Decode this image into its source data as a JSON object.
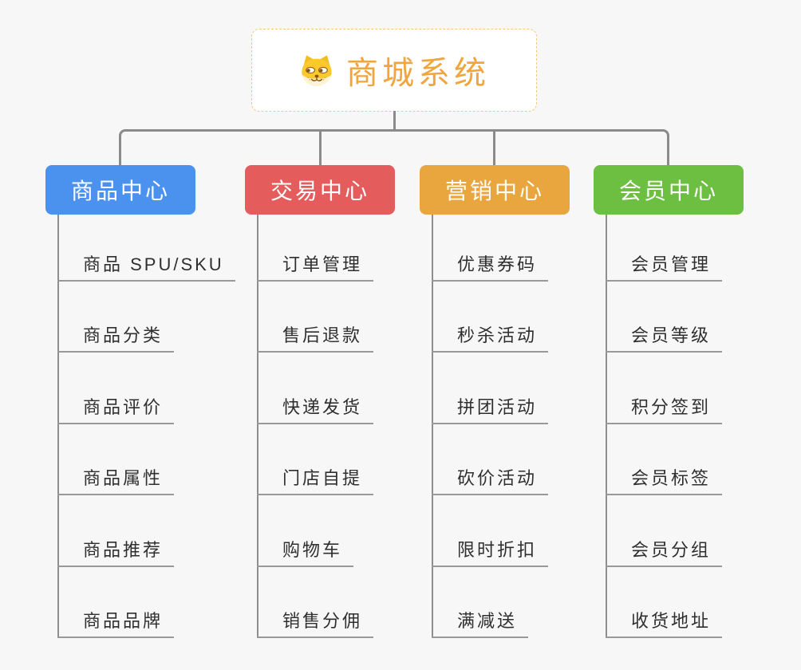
{
  "page": {
    "background_color": "#f7f7f8",
    "line_color": "#8b8b8b"
  },
  "root": {
    "title": "商城系统",
    "icon": "dog-face-icon",
    "text_color": "#f0a53e",
    "border_color": "#f2c77e"
  },
  "branches": [
    {
      "label": "商品中心",
      "color": "#4b92ee",
      "children": [
        "商品 SPU/SKU",
        "商品分类",
        "商品评价",
        "商品属性",
        "商品推荐",
        "商品品牌"
      ]
    },
    {
      "label": "交易中心",
      "color": "#e45c5c",
      "children": [
        "订单管理",
        "售后退款",
        "快递发货",
        "门店自提",
        "购物车",
        "销售分佣"
      ]
    },
    {
      "label": "营销中心",
      "color": "#e9a63e",
      "children": [
        "优惠券码",
        "秒杀活动",
        "拼团活动",
        "砍价活动",
        "限时折扣",
        "满减送"
      ]
    },
    {
      "label": "会员中心",
      "color": "#6cbf41",
      "children": [
        "会员管理",
        "会员等级",
        "积分签到",
        "会员标签",
        "会员分组",
        "收货地址"
      ]
    }
  ]
}
